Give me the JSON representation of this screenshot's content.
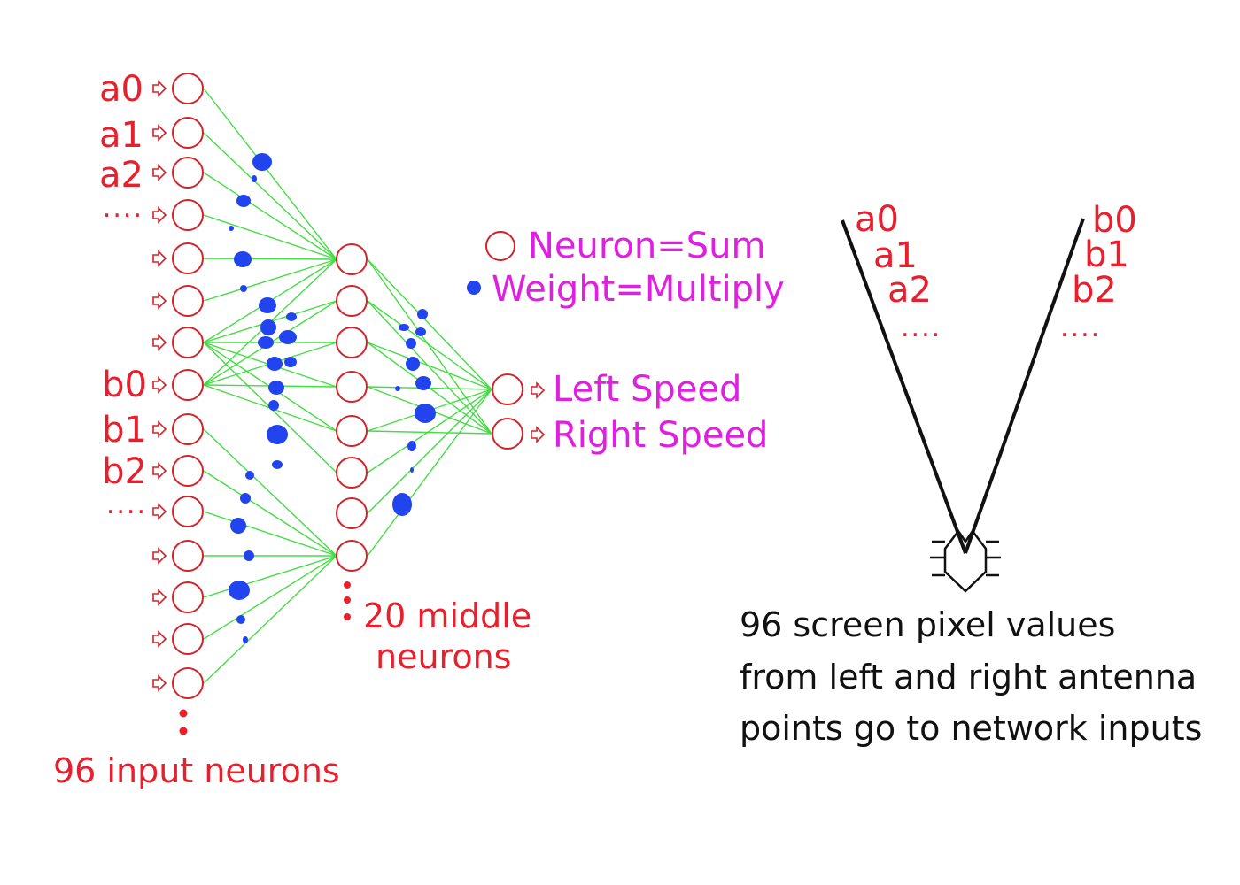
{
  "input_labels": [
    "a0",
    "a1",
    "a2",
    "....",
    "",
    "",
    "",
    "b0",
    "b1",
    "b2",
    "....",
    "",
    "",
    "",
    ""
  ],
  "legend": {
    "neuron": "Neuron=Sum",
    "weight": "Weight=Multiply"
  },
  "outputs": [
    "Left Speed",
    "Right Speed"
  ],
  "captions": {
    "input": "96 input neurons",
    "middle_line1": "20 middle",
    "middle_line2": "neurons",
    "screen_line1": "96 screen pixel values",
    "screen_line2": "from left and right antenna",
    "screen_line3": "points go to network inputs"
  },
  "antenna": {
    "left": [
      "a0",
      "a1",
      "a2",
      "...."
    ],
    "right": [
      "b0",
      "b1",
      "b2",
      "...."
    ]
  },
  "colors": {
    "label_red": "#e8202e",
    "label_magenta": "#e020e0",
    "neuron_outline": "#d2232a",
    "edge_green": "#44dd44",
    "weight_blue": "#2244ee"
  }
}
